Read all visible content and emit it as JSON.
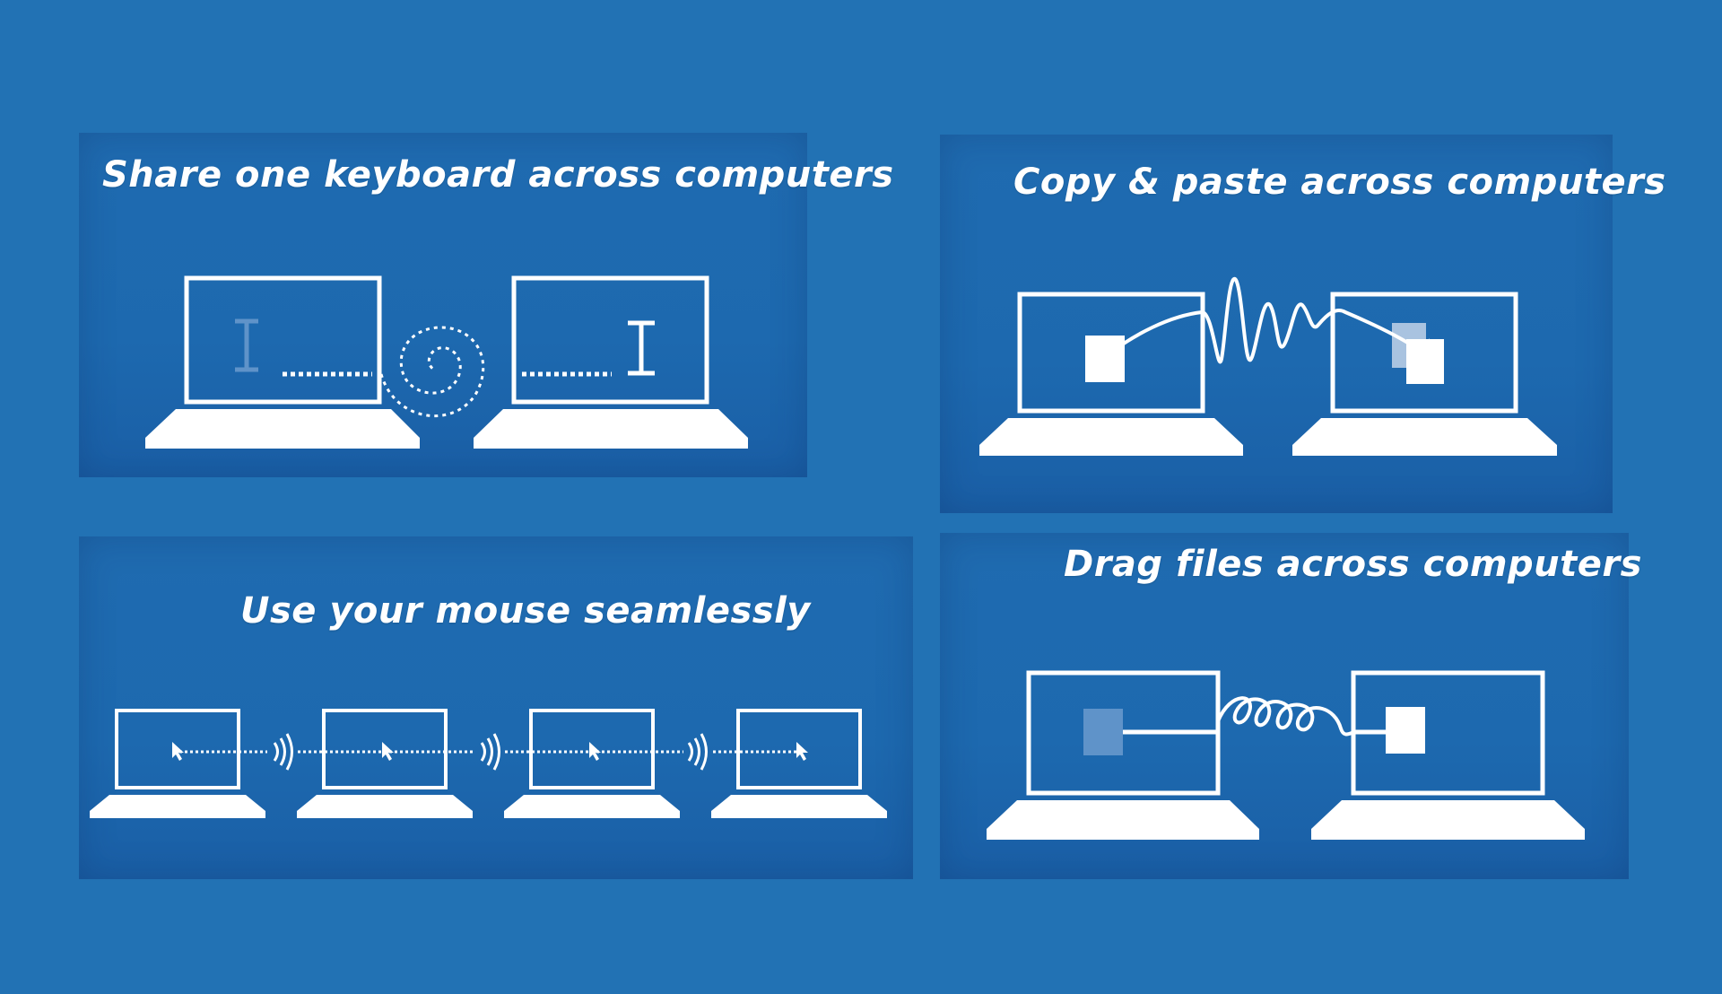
{
  "colors": {
    "background": "#2272b4",
    "panel": "#1d69af",
    "line": "#ffffff",
    "faded_item": "#5f93c9",
    "ghost_file": "#a9c3e0"
  },
  "panels": {
    "keyboard": {
      "title": "Share one keyboard across computers",
      "icon": "text-cursor-icon"
    },
    "clipboard": {
      "title": "Copy & paste across computers",
      "icon": "document-icon"
    },
    "mouse": {
      "title": "Use your mouse seamlessly",
      "icon": "mouse-pointer-icon"
    },
    "drag": {
      "title": "Drag files across computers",
      "icon": "file-icon"
    }
  }
}
